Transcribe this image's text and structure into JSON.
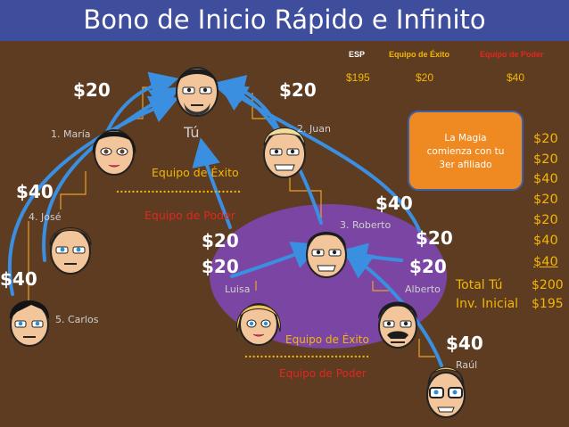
{
  "title": "Bono de Inicio Rápido e Infinito",
  "colors": {
    "background": "#5d3c22",
    "title_bar": "#3f4e9c",
    "gold": "#f2b705",
    "red": "#e0281e",
    "arrow": "#3a8fe0",
    "ellipse": "#7a44a0",
    "magic_box": "#ef8a22"
  },
  "table": {
    "headers": [
      "ESP",
      "Equipo de Éxito",
      "Equipo de Poder"
    ],
    "values": [
      "$195",
      "$20",
      "$40"
    ]
  },
  "people": {
    "tu": "Tú",
    "maria": "1. María",
    "juan": "2. Juan",
    "roberto": "3. Roberto",
    "jose": "4. José",
    "carlos": "5. Carlos",
    "luisa": "Luisa",
    "alberto": "Alberto",
    "raul": "Raúl"
  },
  "amounts": {
    "maria": "$20",
    "juan": "$20",
    "jose": "$40",
    "carlos": "$40",
    "roberto": "$40",
    "luisa_top": "$20",
    "luisa_bottom": "$20",
    "alberto_top": "$20",
    "alberto_bottom": "$20",
    "raul": "$40"
  },
  "teams": {
    "exito": "Equipo de Éxito",
    "poder": "Equipo de Poder",
    "dots": "................................"
  },
  "magic": "La Magia\ncomienza con tu\n3er afiliado",
  "column": [
    "$20",
    "$20",
    "$40",
    "$20",
    "$20",
    "$40",
    "$40"
  ],
  "totals": {
    "total_label": "Total  Tú",
    "total_value": "$200",
    "inv_label": "Inv. Inicial",
    "inv_value": "$195"
  },
  "icons": [
    "male-face-icon",
    "female-face-icon",
    "blond-male-face-icon",
    "brown-hair-face-icon",
    "dark-hair-face-icon",
    "bearded-face-icon",
    "glasses-face-icon",
    "blonde-female-face-icon"
  ]
}
